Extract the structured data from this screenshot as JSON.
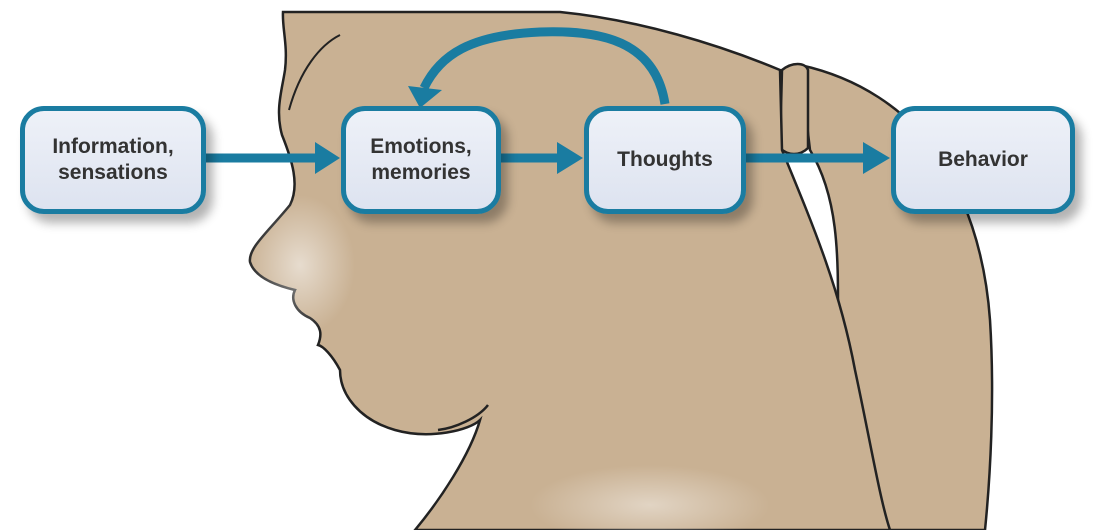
{
  "diagram": {
    "nodes": [
      {
        "id": "info",
        "label": "Information,\nsensations"
      },
      {
        "id": "emotions",
        "label": "Emotions,\nmemories"
      },
      {
        "id": "thoughts",
        "label": "Thoughts"
      },
      {
        "id": "behavior",
        "label": "Behavior"
      }
    ],
    "edges": [
      {
        "from": "info",
        "to": "emotions"
      },
      {
        "from": "emotions",
        "to": "thoughts"
      },
      {
        "from": "thoughts",
        "to": "behavior"
      },
      {
        "from": "thoughts",
        "to": "emotions",
        "style": "curved-feedback"
      }
    ]
  },
  "colors": {
    "skin": "#c9b193",
    "outline": "#222222",
    "arrow": "#1a7ca1",
    "box_border": "#1a7ca1",
    "box_fill": "#e6eaf4"
  }
}
